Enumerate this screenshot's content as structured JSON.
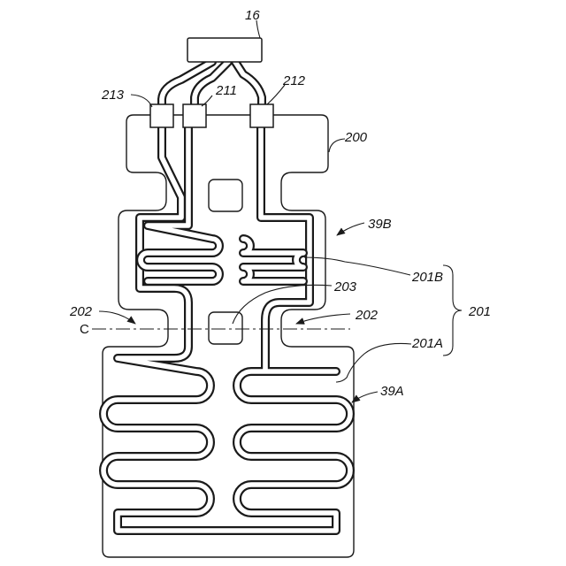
{
  "labels": {
    "controller": "16",
    "terminal_213": "213",
    "terminal_211": "211",
    "terminal_212": "212",
    "substrate": "200",
    "zone_upper": "39B",
    "zone_lower": "39A",
    "heater": "201",
    "heater_upper": "201B",
    "heater_lower": "201A",
    "notch_left": "202",
    "notch_right": "202",
    "aperture": "203",
    "axis": "C"
  },
  "colors": {
    "line": "#1a1a1a",
    "background": "#ffffff"
  }
}
